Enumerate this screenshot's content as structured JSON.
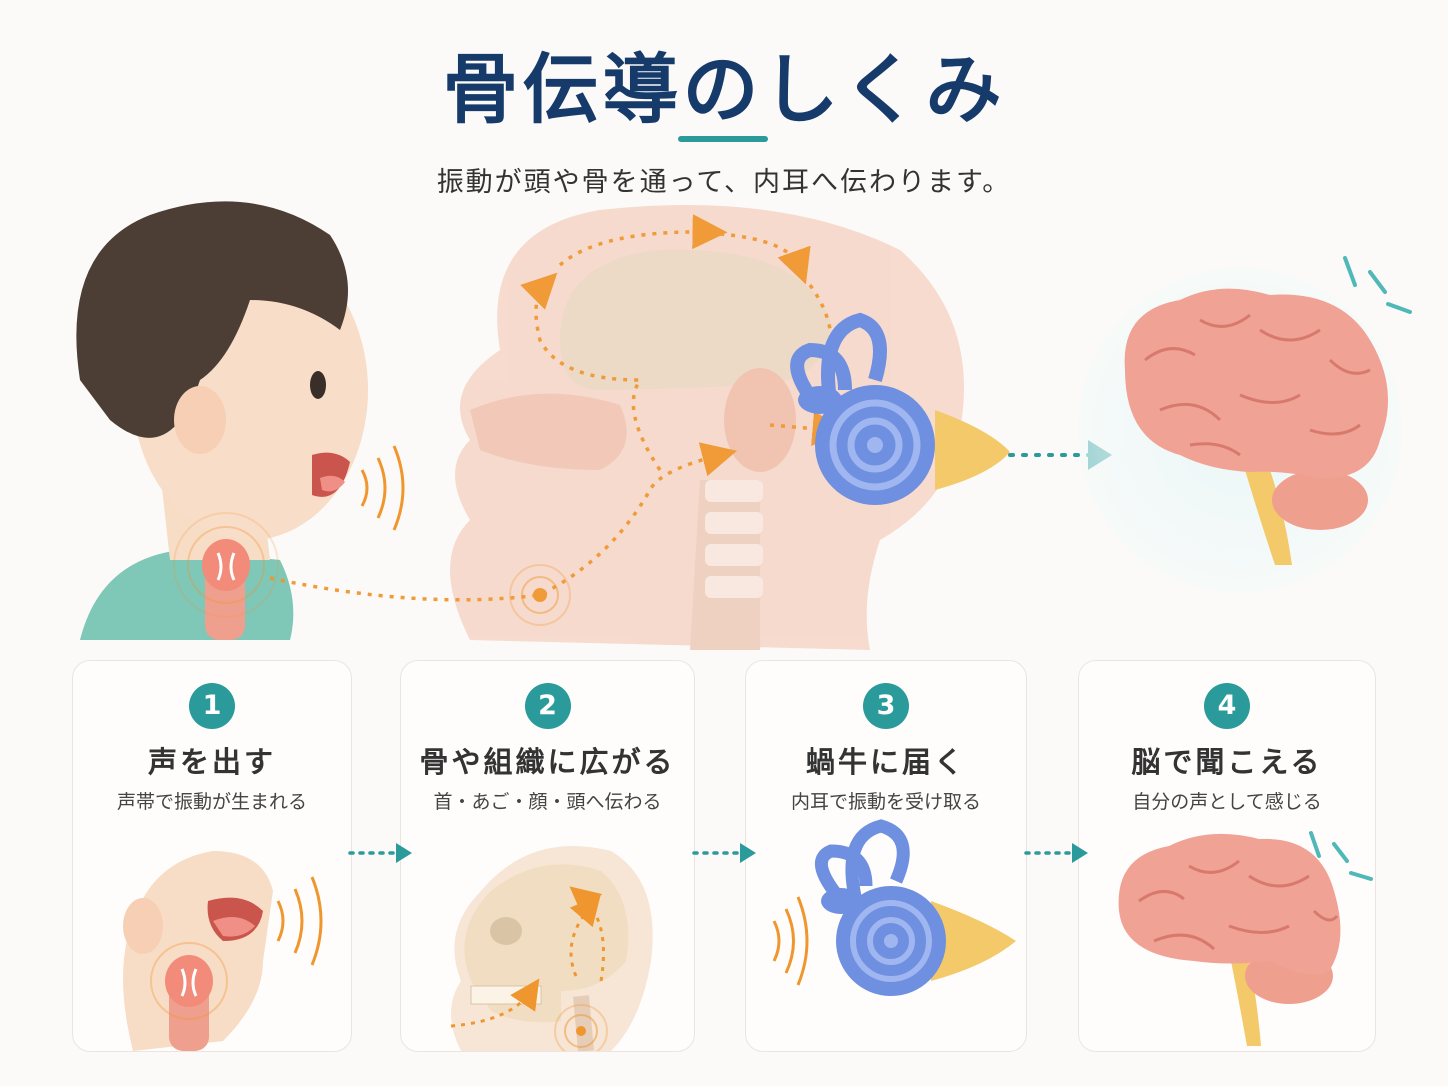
{
  "header": {
    "title": "骨伝導のしくみ",
    "subtitle": "振動が頭や骨を通って、内耳へ伝わります。"
  },
  "steps": [
    {
      "number": "1",
      "title": "声を出す",
      "description": "声帯で振動が生まれる"
    },
    {
      "number": "2",
      "title": "骨や組織に広がる",
      "description": "首・あご・顔・頭へ伝わる"
    },
    {
      "number": "3",
      "title": "蝸牛に届く",
      "description": "内耳で振動を受け取る"
    },
    {
      "number": "4",
      "title": "脳で聞こえる",
      "description": "自分の声として感じる"
    }
  ],
  "colors": {
    "title": "#163b6b",
    "accent_teal": "#2a9a9a",
    "vibration_orange": "#f0962e",
    "cochlea_blue": "#6f8fe0",
    "brain_pink": "#f0a295"
  },
  "icons": [
    "boy-speaking-illustration",
    "head-cross-section-illustration",
    "cochlea-icon",
    "brain-icon",
    "skull-icon",
    "throat-icon"
  ]
}
